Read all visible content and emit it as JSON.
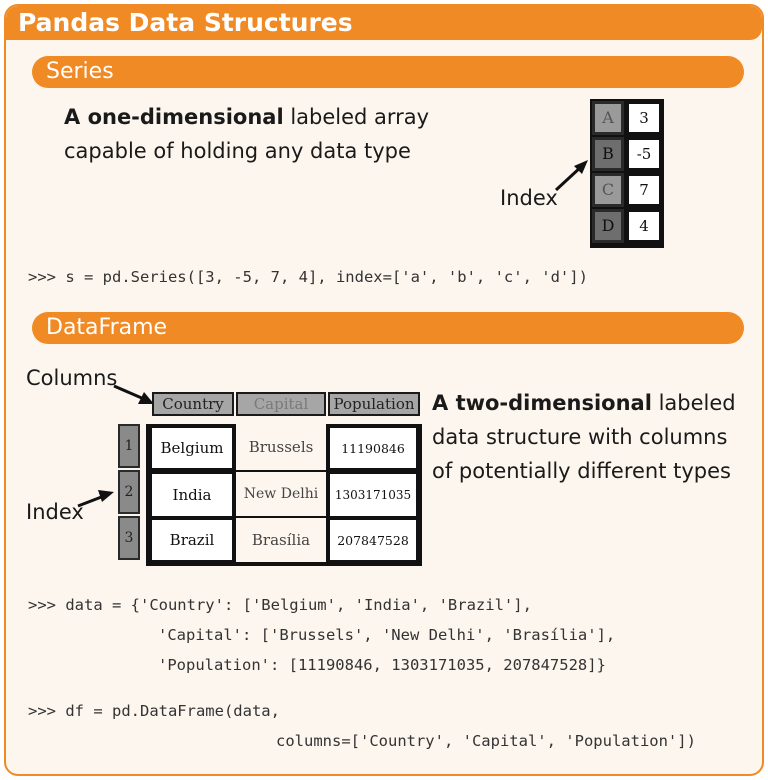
{
  "title": "Pandas Data Structures",
  "series": {
    "heading": "Series",
    "desc_bold": "A one-dimensional",
    "desc_rest": " labeled array",
    "desc_line2": "capable of holding any data type",
    "index_label": "Index",
    "rows": [
      {
        "index": "A",
        "value": "3"
      },
      {
        "index": "B",
        "value": "-5"
      },
      {
        "index": "C",
        "value": "7"
      },
      {
        "index": "D",
        "value": "4"
      }
    ],
    "code": ">>> s = pd.Series([3, -5, 7, 4], index=['a', 'b', 'c', 'd'])"
  },
  "dataframe": {
    "heading": "DataFrame",
    "columns_label": "Columns",
    "index_label": "Index",
    "desc_bold": "A two-dimensional",
    "desc_rest": " labeled",
    "desc_line2": "data structure with columns",
    "desc_line3": "of potentially different types",
    "columns": [
      "Country",
      "Capital",
      "Population"
    ],
    "row_index": [
      "1",
      "2",
      "3"
    ],
    "rows": [
      [
        "Belgium",
        "Brussels",
        "11190846"
      ],
      [
        "India",
        "New Delhi",
        "1303171035"
      ],
      [
        "Brazil",
        "Brasília",
        "207847528"
      ]
    ],
    "code_1": ">>> data = {'Country': ['Belgium', 'India', 'Brazil'],",
    "code_2": "'Capital': ['Brussels', 'New Delhi', 'Brasília'],",
    "code_3": "'Population': [11190846, 1303171035, 207847528]}",
    "code_4": ">>> df = pd.DataFrame(data,",
    "code_5": "columns=['Country', 'Capital', 'Population'])"
  }
}
